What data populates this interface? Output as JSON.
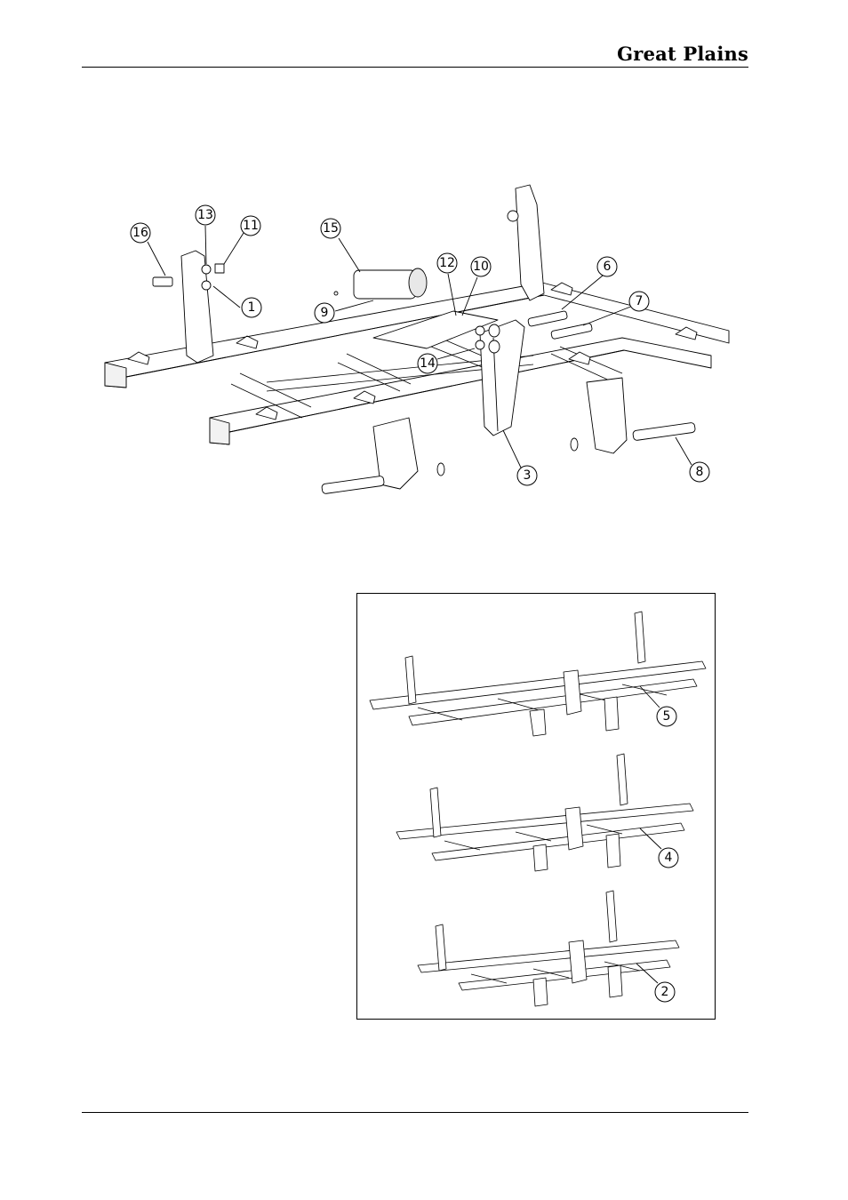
{
  "header": {
    "brand": "Great Plains"
  },
  "main_figure": {
    "callouts": [
      "16",
      "13",
      "11",
      "1",
      "15",
      "9",
      "12",
      "10",
      "6",
      "7",
      "14",
      "3",
      "8"
    ]
  },
  "inset_figure": {
    "callouts": [
      "5",
      "4",
      "2"
    ]
  }
}
